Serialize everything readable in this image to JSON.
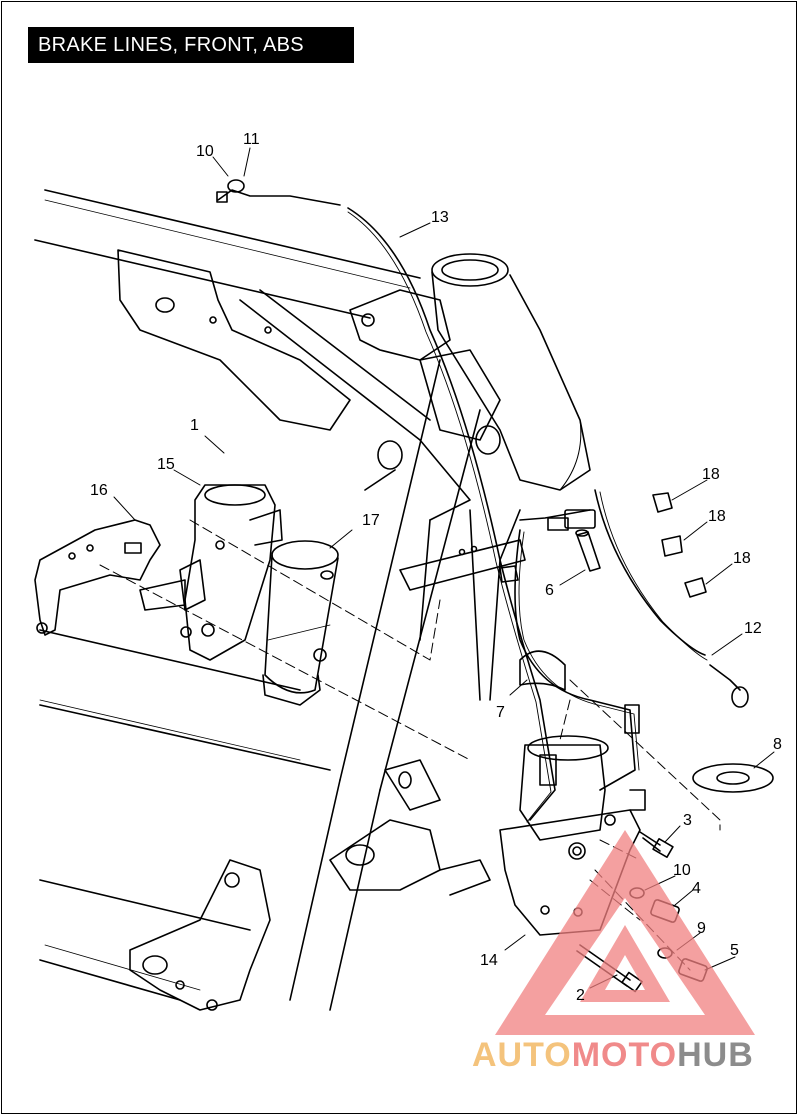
{
  "title": "BRAKE LINES, FRONT, ABS",
  "callouts": [
    {
      "id": "c1",
      "label": "1"
    },
    {
      "id": "c2",
      "label": "2"
    },
    {
      "id": "c3",
      "label": "3"
    },
    {
      "id": "c4",
      "label": "4"
    },
    {
      "id": "c5",
      "label": "5"
    },
    {
      "id": "c6",
      "label": "6"
    },
    {
      "id": "c7",
      "label": "7"
    },
    {
      "id": "c8",
      "label": "8"
    },
    {
      "id": "c9",
      "label": "9"
    },
    {
      "id": "c10a",
      "label": "10"
    },
    {
      "id": "c10b",
      "label": "10"
    },
    {
      "id": "c11",
      "label": "11"
    },
    {
      "id": "c12",
      "label": "12"
    },
    {
      "id": "c13",
      "label": "13"
    },
    {
      "id": "c14",
      "label": "14"
    },
    {
      "id": "c15",
      "label": "15"
    },
    {
      "id": "c16",
      "label": "16"
    },
    {
      "id": "c17",
      "label": "17"
    },
    {
      "id": "c18a",
      "label": "18"
    },
    {
      "id": "c18b",
      "label": "18"
    },
    {
      "id": "c18c",
      "label": "18"
    }
  ],
  "watermark": {
    "part1": "AUTO",
    "part2": "MOTO",
    "part3": "HUB"
  },
  "colors": {
    "line": "#000000",
    "watermark_triangle": "#f08080",
    "watermark_auto": "#f4c37c",
    "watermark_moto": "#f08a8a",
    "watermark_hub": "#8c8c8c"
  }
}
